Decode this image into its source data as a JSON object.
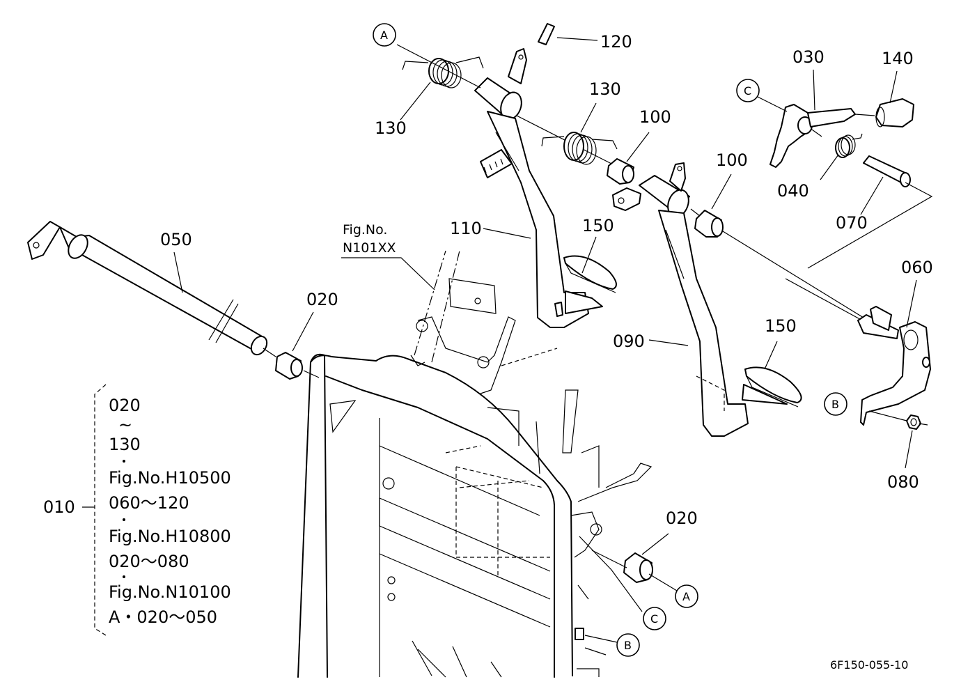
{
  "labels": {
    "p120": "120",
    "p130a": "130",
    "p130b": "130",
    "p030": "030",
    "p140": "140",
    "p100a": "100",
    "p100b": "100",
    "p040": "040",
    "p070": "070",
    "p050": "050",
    "p110": "110",
    "p150a": "150",
    "p150b": "150",
    "p060": "060",
    "p020a": "020",
    "p020b": "020",
    "p090": "090",
    "p080": "080",
    "p010": "010"
  },
  "callouts": {
    "a1": "A",
    "a2": "A",
    "b1": "B",
    "b2": "B",
    "c1": "C",
    "c2": "C"
  },
  "figref": {
    "line1": "Fig.No.",
    "line2": "N101XX"
  },
  "note_lines": {
    "l1": "020",
    "l2": "~",
    "l3": "130",
    "l4": "Fig.No.H10500",
    "l5": "060～120",
    "l6": "Fig.No.H10800",
    "l7": "020～080",
    "l8": "Fig.No.N10100",
    "l9": "A・020～050"
  },
  "drawing_code": "6F150-055-10"
}
